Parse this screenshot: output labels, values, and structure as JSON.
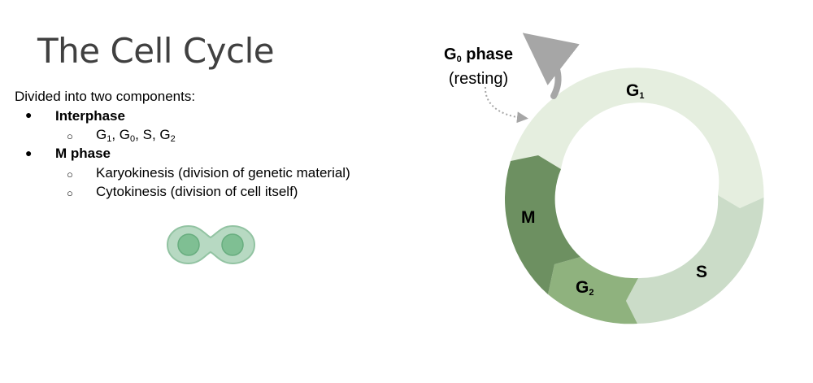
{
  "title": "The Cell Cycle",
  "intro": "Divided into two components:",
  "list": [
    {
      "label": "Interphase",
      "sub": [
        {
          "parts": [
            "G",
            "1",
            ", G",
            "0",
            ", S, G",
            "2"
          ]
        }
      ]
    },
    {
      "label": "M phase",
      "sub": [
        {
          "text": "Karyokinesis (division of genetic material)"
        },
        {
          "text": "Cytokinesis (division of cell itself)"
        }
      ]
    }
  ],
  "diagram": {
    "g0": {
      "letter": "G",
      "sub": "0",
      "word": " phase",
      "note": "(resting)"
    },
    "phases": [
      {
        "name": "G1",
        "letter": "G",
        "sub": "1",
        "color": "#e5eedf"
      },
      {
        "name": "S",
        "letter": "S",
        "sub": "",
        "color": "#cbdcc8"
      },
      {
        "name": "G2",
        "letter": "G",
        "sub": "2",
        "color": "#8fb27e"
      },
      {
        "name": "M",
        "letter": "M",
        "sub": "",
        "color": "#6d9061"
      }
    ]
  },
  "colors": {
    "arrow": "#a6a6a6",
    "cell_outer": "#b7d9c2",
    "cell_inner": "#7fbf93"
  }
}
